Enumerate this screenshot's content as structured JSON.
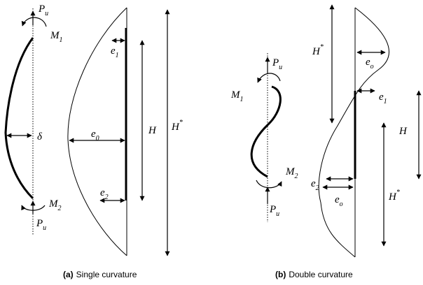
{
  "symbols": {
    "P": "P",
    "M": "M",
    "e": "e",
    "H": "H",
    "delta": "δ",
    "u": "u",
    "o": "o",
    "zero": "0",
    "one": "1",
    "two": "2",
    "star": "*"
  },
  "captions": {
    "a_tag": "(a)",
    "a_text": "Single curvature",
    "b_tag": "(b)",
    "b_text": "Double curvature"
  }
}
